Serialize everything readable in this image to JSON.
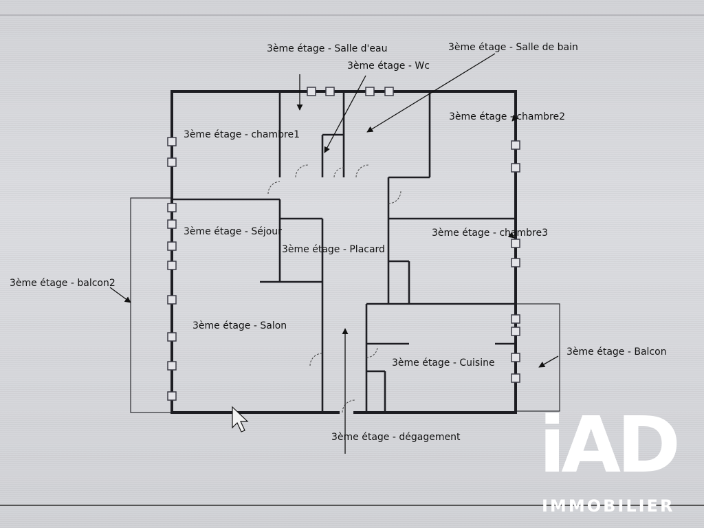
{
  "labels": {
    "salle_eau": "3ème étage - Salle d'eau",
    "salle_bain": "3ème étage - Salle de bain",
    "wc": "3ème étage - Wc",
    "chambre1": "3ème étage - chambre1",
    "chambre2": "3ème étage - chambre2",
    "chambre3": "3ème étage - chambre3",
    "sejour": "3ème étage - Séjour",
    "placard": "3ème étage - Placard",
    "balcon2": "3ème étage - balcon2",
    "salon": "3ème étage - Salon",
    "cuisine": "3ème étage - Cuisine",
    "balcon": "3ème étage - Balcon",
    "degagement": "3ème étage - dégagement"
  },
  "watermark": {
    "brand": "iAD",
    "sub": "IMMOBILIER"
  },
  "colors": {
    "wall": "#1d1d22",
    "thin_line": "#2a2a2e",
    "window": "#3b3b45",
    "text": "#111111",
    "logo": "#ffffff"
  }
}
